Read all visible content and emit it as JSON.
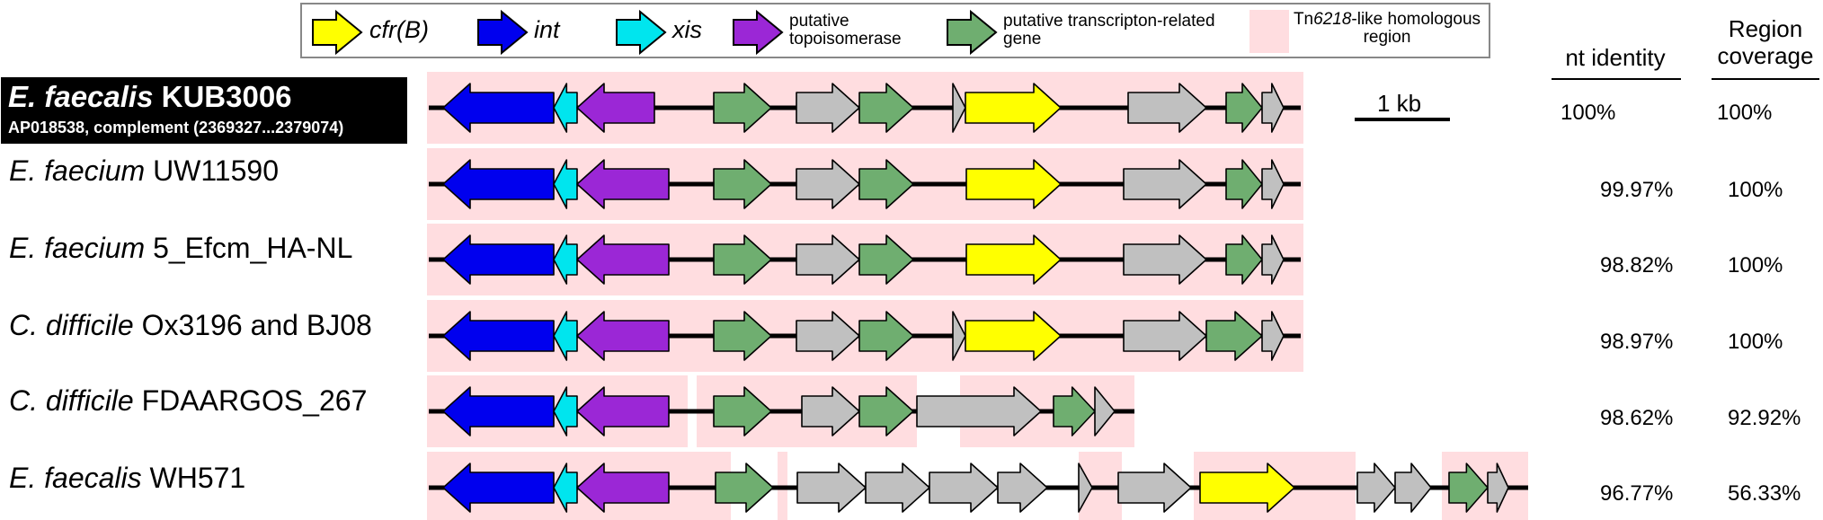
{
  "legend": [
    {
      "label": "cfr(B)",
      "color": "#ffff00",
      "style": "big"
    },
    {
      "label": "int",
      "color": "#0000ee",
      "style": "big"
    },
    {
      "label": "xis",
      "color": "#00e5ee",
      "style": "big"
    },
    {
      "label": "putative topoisomerase",
      "color": "#9b27d6",
      "style": "small"
    },
    {
      "label": "putative transcripton-related gene",
      "color": "#6fae70",
      "style": "small"
    },
    {
      "label_parts": [
        "Tn",
        "6218",
        "-like homologous region"
      ],
      "color": "#ffdde0",
      "style": "region"
    }
  ],
  "headers": {
    "identity": "nt identity",
    "coverage_line1": "Region",
    "coverage_line2": "coverage"
  },
  "scale_bar": {
    "label": "1 kb"
  },
  "colors": {
    "cfrB": "#ffff00",
    "int": "#0000ee",
    "xis": "#00e5ee",
    "topo": "#9b27d6",
    "trans": "#6fae70",
    "other": "#c0c0c0",
    "region": "#ffdde0",
    "line": "#000000"
  },
  "organisms": [
    {
      "genus": "E. faecalis",
      "strain": "KUB3006",
      "accession": "AP018538, complement (2369327...2379074)",
      "identity": "100%",
      "coverage": "100%",
      "highlight": true
    },
    {
      "genus": "E. faecium",
      "strain": "UW11590",
      "identity": "99.97%",
      "coverage": "100%"
    },
    {
      "genus": "E. faecium",
      "strain": "5_Efcm_HA-NL",
      "identity": "98.82%",
      "coverage": "100%"
    },
    {
      "genus": "C. difficile",
      "strain": "Ox3196 and BJ08",
      "identity": "98.97%",
      "coverage": "100%"
    },
    {
      "genus": "C. difficile",
      "strain": "FDAARGOS_267",
      "identity": "98.62%",
      "coverage": "92.92%"
    },
    {
      "genus": "E. faecalis",
      "strain": "WH571",
      "identity": "96.77%",
      "coverage": "56.33%"
    }
  ]
}
